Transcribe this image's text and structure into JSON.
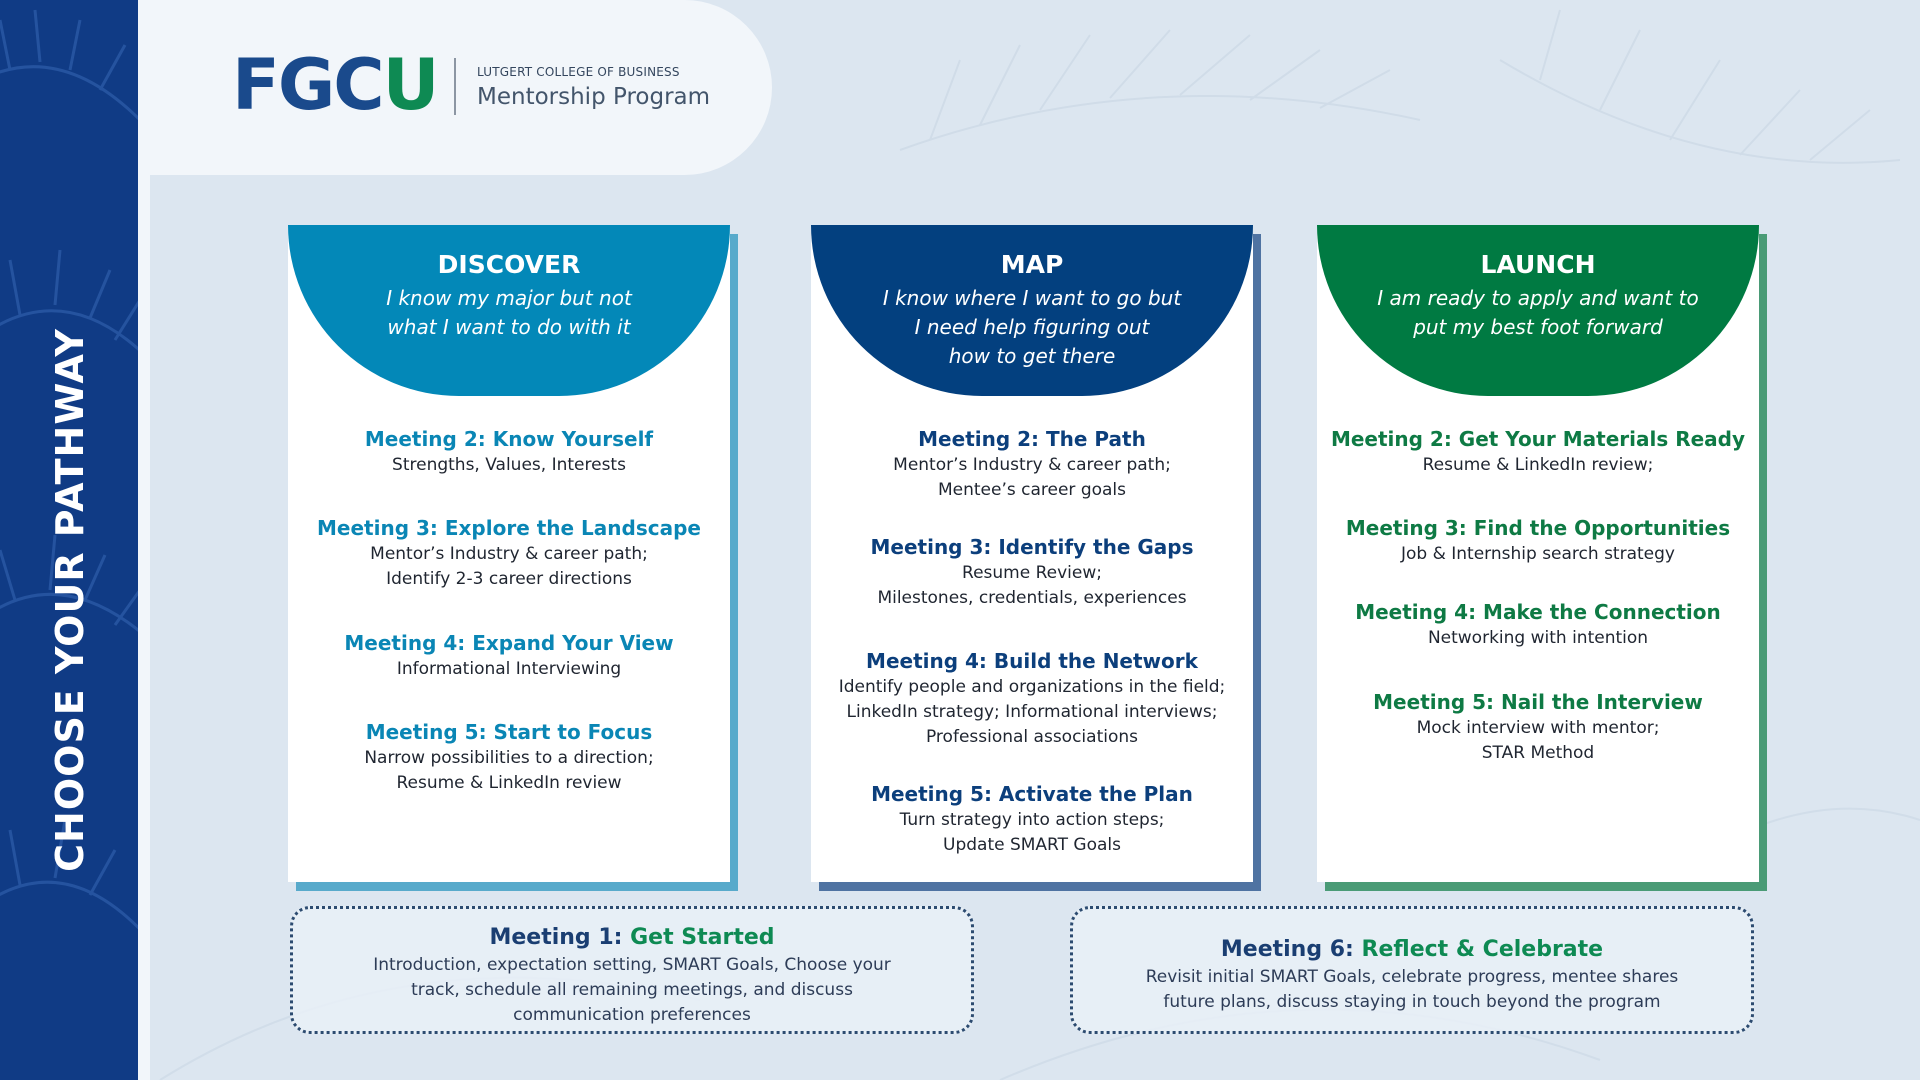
{
  "sidebar": {
    "title": "CHOOSE YOUR PATHWAY"
  },
  "header": {
    "logo_main": "FGC",
    "logo_accent": "U",
    "college": "LUTGERT COLLEGE OF BUSINESS",
    "program": "Mentorship Program"
  },
  "colors": {
    "discover": "#0388b8",
    "map": "#03407f",
    "launch": "#007a42",
    "navy": "#103b85",
    "green_text": "#0e8a53",
    "box_title_navy": "#1a3e72"
  },
  "cards": [
    {
      "title": "DISCOVER",
      "subtitle": [
        "I know my major but not",
        "what I want to do with it"
      ],
      "meetings": [
        {
          "title": "Meeting 2: Know Yourself",
          "desc": [
            "Strengths, Values, Interests"
          ]
        },
        {
          "title": "Meeting 3: Explore the Landscape",
          "desc": [
            "Mentor’s Industry & career path;",
            "Identify 2-3 career directions"
          ]
        },
        {
          "title": "Meeting 4: Expand Your View",
          "desc": [
            "Informational Interviewing"
          ]
        },
        {
          "title": "Meeting 5: Start to Focus",
          "desc": [
            "Narrow possibilities to a direction;",
            "Resume & LinkedIn review"
          ]
        }
      ]
    },
    {
      "title": "MAP",
      "subtitle": [
        "I know where I want to go but",
        "I need help figuring out",
        "how to get there"
      ],
      "meetings": [
        {
          "title": "Meeting 2: The Path",
          "desc": [
            "Mentor’s Industry & career path;",
            "Mentee’s career goals"
          ]
        },
        {
          "title": "Meeting 3: Identify the Gaps",
          "desc": [
            "Resume Review;",
            "Milestones, credentials, experiences"
          ]
        },
        {
          "title": "Meeting 4: Build the Network",
          "desc": [
            "Identify people and organizations in the field;",
            "LinkedIn strategy; Informational interviews;",
            "Professional associations"
          ]
        },
        {
          "title": "Meeting 5: Activate the Plan",
          "desc": [
            "Turn strategy into action steps;",
            "Update SMART Goals"
          ]
        }
      ]
    },
    {
      "title": "LAUNCH",
      "subtitle": [
        "I am ready to apply and want to",
        "put my best foot forward"
      ],
      "meetings": [
        {
          "title": "Meeting 2: Get Your Materials Ready",
          "desc": [
            "Resume & LinkedIn review;"
          ]
        },
        {
          "title": "Meeting 3: Find the Opportunities",
          "desc": [
            "Job & Internship search strategy"
          ]
        },
        {
          "title": "Meeting 4: Make the Connection",
          "desc": [
            "Networking with intention"
          ]
        },
        {
          "title": "Meeting 5: Nail the Interview",
          "desc": [
            "Mock interview with mentor;",
            "STAR Method"
          ]
        }
      ]
    }
  ],
  "bottom": [
    {
      "prefix": "Meeting 1:",
      "title": "Get Started",
      "desc": [
        "Introduction, expectation setting, SMART Goals, Choose your",
        "track, schedule all remaining meetings, and discuss",
        "communication preferences"
      ]
    },
    {
      "prefix": "Meeting 6:",
      "title": "Reflect & Celebrate",
      "desc": [
        "Revisit initial SMART Goals, celebrate progress, mentee shares",
        "future plans, discuss staying in touch beyond the program"
      ]
    }
  ]
}
